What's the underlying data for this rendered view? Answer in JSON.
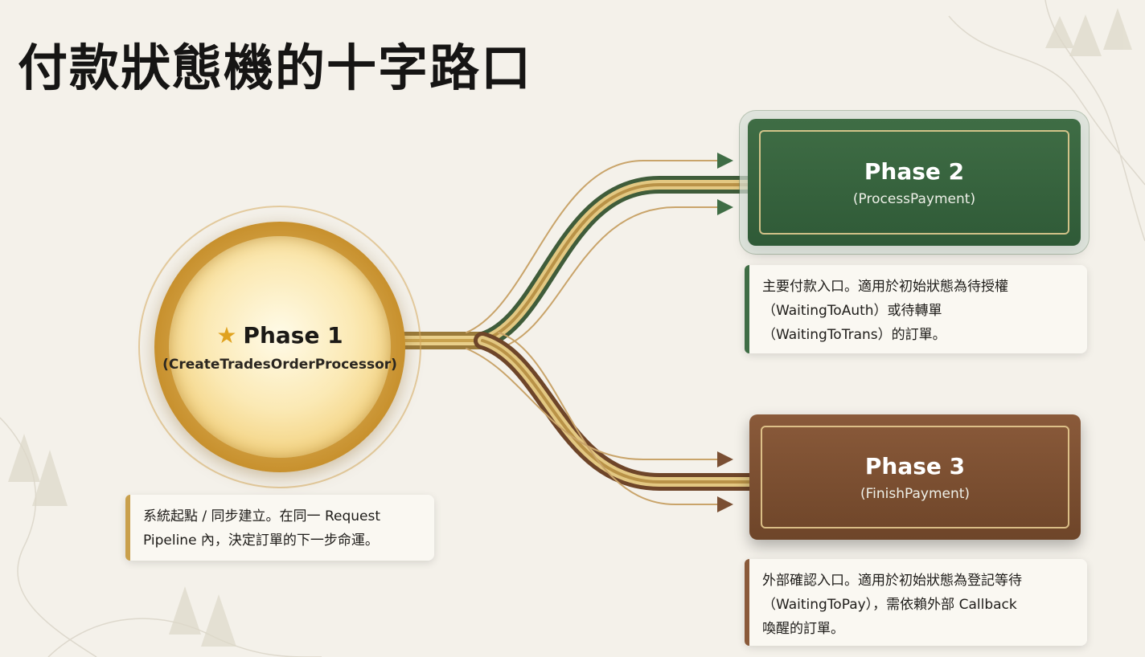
{
  "title": "付款狀態機的十字路口",
  "phases": [
    {
      "name": "Phase 1",
      "subtitle": "(CreateTradesOrderProcessor)",
      "icon": "star-icon",
      "color": "#d6a73a"
    },
    {
      "name": "Phase 2",
      "subtitle": "(ProcessPayment)",
      "color": "#3f6d45"
    },
    {
      "name": "Phase 3",
      "subtitle": "(FinishPayment)",
      "color": "#8a5a3a"
    }
  ],
  "notes": {
    "phase1": [
      "系統起點 / 同步建立。在同一 Request",
      "Pipeline 內，決定訂單的下一步命運。"
    ],
    "phase2": [
      "主要付款入口。適用於初始狀態為待授權",
      "（WaitingToAuth）或待轉單",
      "（WaitingToTrans）的訂單。"
    ],
    "phase3": [
      "外部確認入口。適用於初始狀態為登記等待",
      "（WaitingToPay），需依賴外部 Callback",
      "喚醒的訂單。"
    ]
  },
  "colors": {
    "background": "#f4f1ea",
    "gold": "#d6a73a",
    "green": "#3f6d45",
    "brown": "#8a5a3a"
  }
}
